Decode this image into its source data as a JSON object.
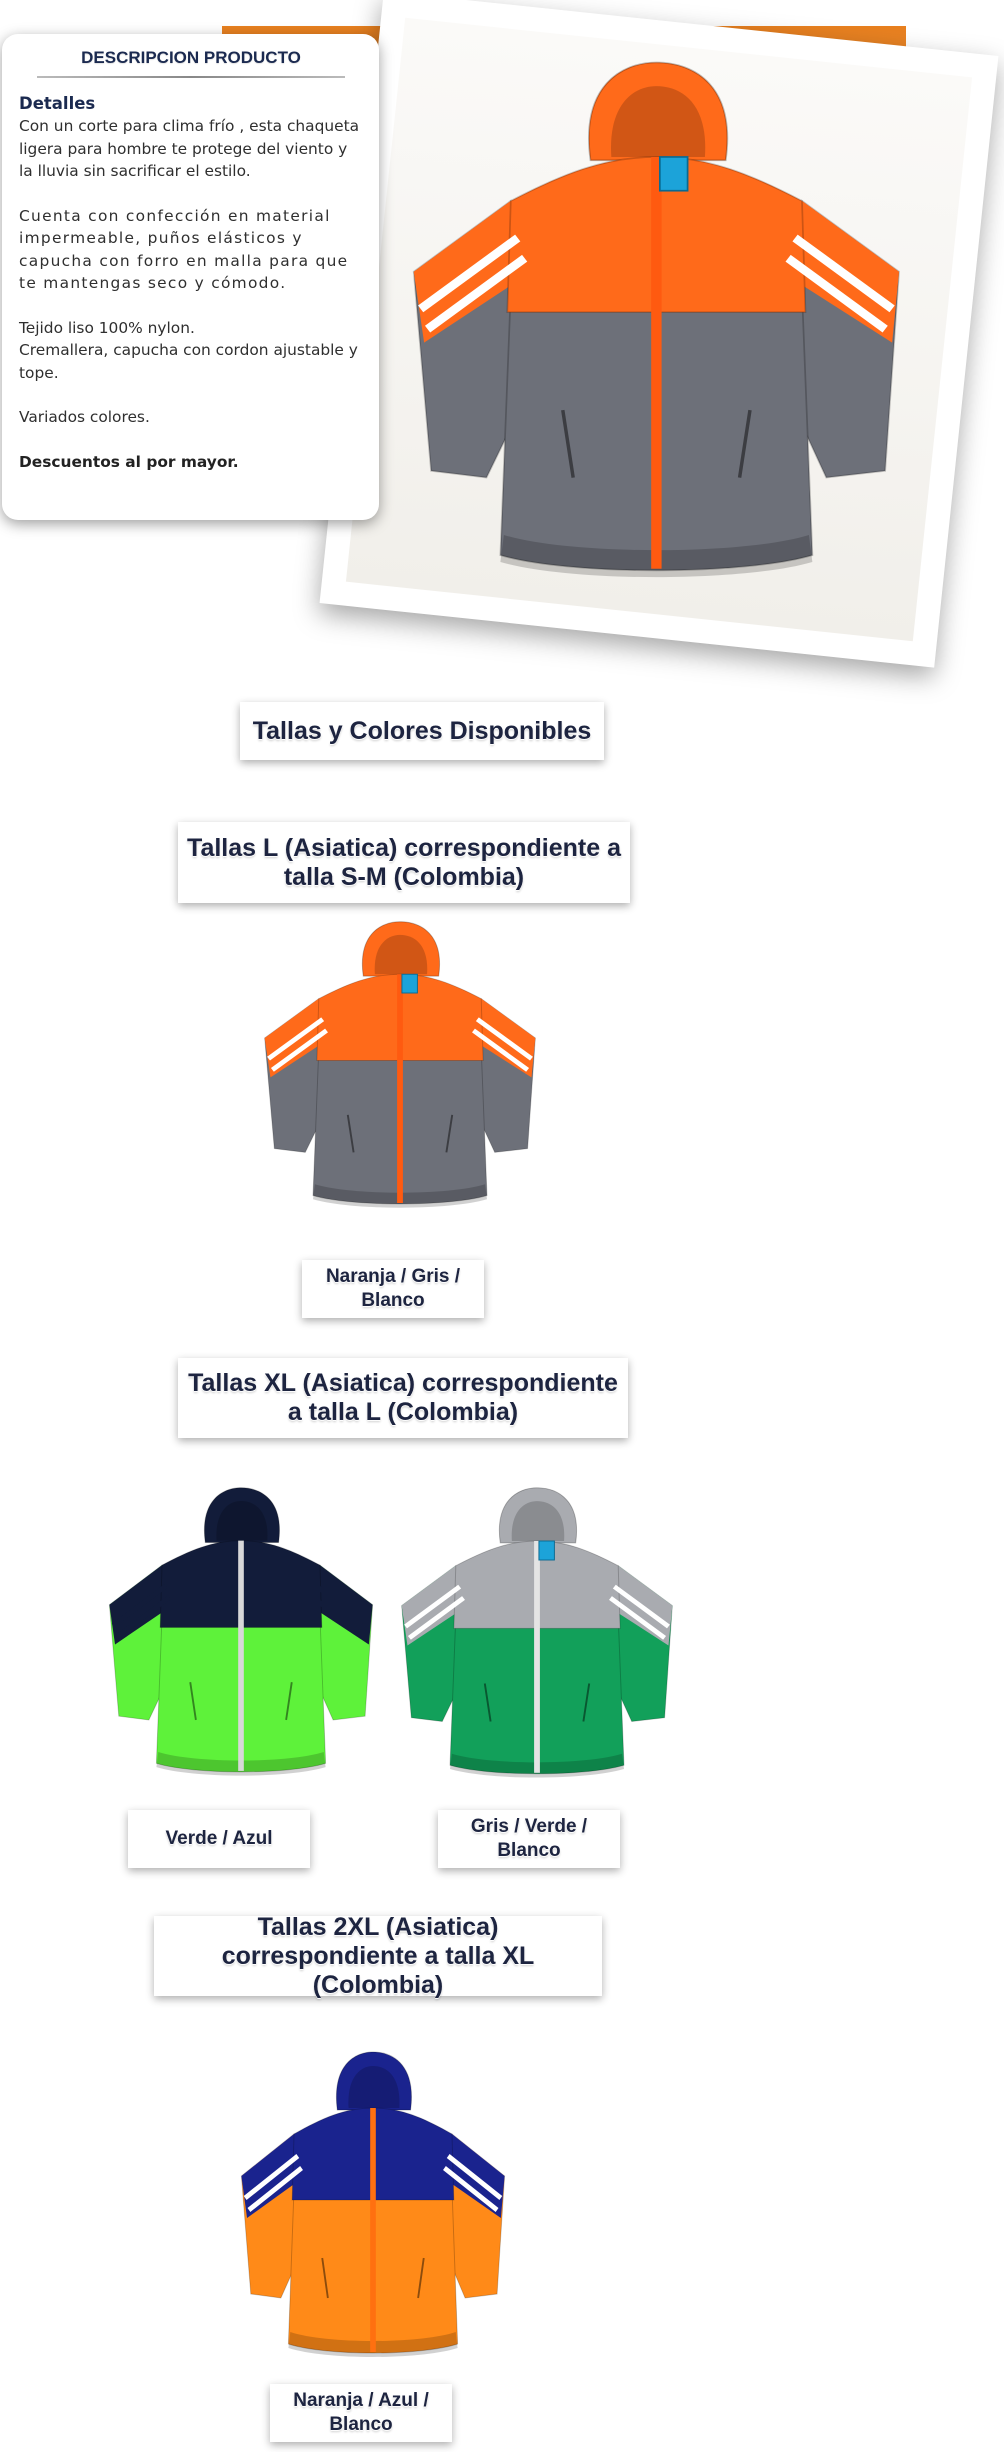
{
  "description": {
    "title": "DESCRIPCION PRODUCTO",
    "heading": "Detalles",
    "p1": "Con un corte para clima frío , esta chaqueta ligera para hombre te protege del viento y la lluvia sin sacrificar el estilo.",
    "p2": "Cuenta con confección en material impermeable, puños elásticos y capucha con forro en malla para que te mantengas seco y cómodo.",
    "p3": "Tejido liso 100% nylon.",
    "p4": "Cremallera, capucha con cordon ajustable y tope.",
    "p5": "Variados colores.",
    "p6": "Descuentos al por mayor."
  },
  "main_title": "Tallas y Colores Disponibles",
  "sections": [
    {
      "title": "Tallas L (Asiatica) correspondiente a talla S-M (Colombia)",
      "items": [
        {
          "label": "Naranja / Gris / Blanco"
        }
      ]
    },
    {
      "title": "Tallas XL (Asiatica) correspondiente a talla L (Colombia)",
      "items": [
        {
          "label": "Verde / Azul"
        },
        {
          "label": "Gris / Verde / Blanco"
        }
      ]
    },
    {
      "title": "Tallas 2XL (Asiatica) correspondiente a talla XL (Colombia)",
      "items": [
        {
          "label": "Naranja / Azul / Blanco"
        }
      ]
    }
  ],
  "colors": {
    "orange": "#ff6a1a",
    "gray": "#6d7079",
    "navy": "#121c3a",
    "lime": "#5ef23a",
    "green": "#12a05a",
    "light_gray": "#a9abb0",
    "blue": "#1a238e",
    "bright_orange": "#ff8a18",
    "white": "#ffffff"
  }
}
